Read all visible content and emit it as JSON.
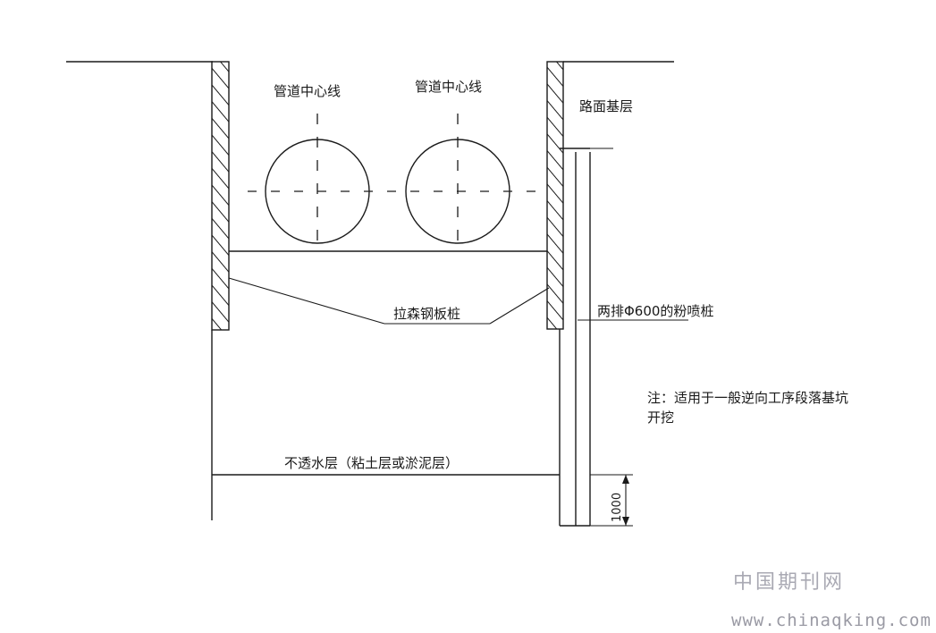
{
  "labels": {
    "pipe_centerline_1": "管道中心线",
    "pipe_centerline_2": "管道中心线",
    "road_base": "路面基层",
    "larsen_sheet_pile": "拉森钢板桩",
    "cement_piles": "两排Φ600的粉喷桩",
    "note_line1": "注：适用于一般逆向工序段落基坑",
    "note_line2": "开挖",
    "impermeable_layer": "不透水层（粘土层或淤泥层）",
    "dimension_1000": "1000"
  },
  "watermark": {
    "site_name": "中国期刊网",
    "url": "www.chinaqking.com"
  },
  "colors": {
    "line": "#1a1a1a",
    "watermark": "#a9a9b3",
    "background": "#ffffff"
  }
}
